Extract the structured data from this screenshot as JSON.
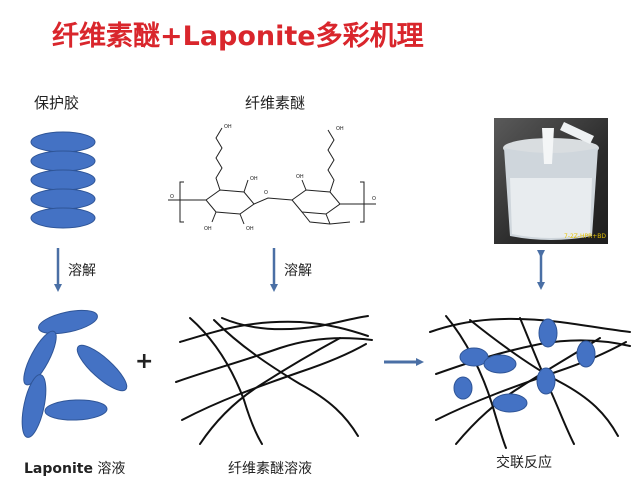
{
  "title": "纤维素醚+Laponite多彩机理",
  "labels": {
    "protective_colloid": "保护胶",
    "cellulose_ether": "纤维素醚",
    "dissolve_left": "溶解",
    "dissolve_mid": "溶解",
    "plus": "+",
    "laponite_prefix": "Laponite",
    "laponite_suffix": " 溶液",
    "cellulose_solution": "纤维素醚溶液",
    "crosslink": "交联反应"
  },
  "photo_caption": "7-2Z-HPR+BD",
  "colors": {
    "title": "#d9262c",
    "disc_fill": "#4472c4",
    "disc_stroke": "#2f5597",
    "arrow": "#4a6fa5",
    "fiber": "#111111"
  }
}
